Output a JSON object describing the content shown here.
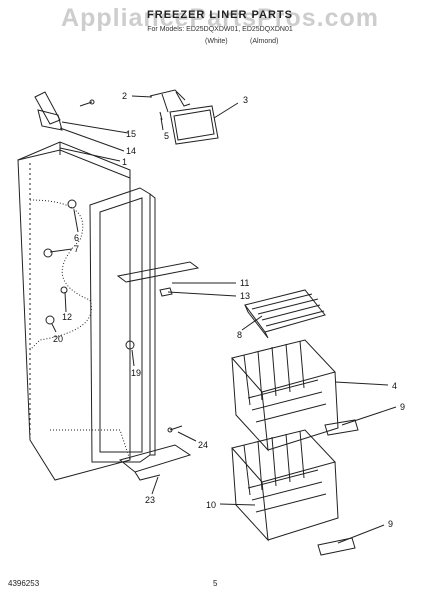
{
  "header": {
    "watermark": "AppliancePartsPros.com",
    "title": "FREEZER LINER PARTS",
    "subtitle": "For Models: ED25DQXDW01, ED25DQXDN01",
    "color_white": "(White)",
    "color_almond": "(Almond)"
  },
  "footer": {
    "doc_number": "4396253",
    "page_number": "5"
  },
  "callouts": [
    {
      "id": "c1",
      "label": "1"
    },
    {
      "id": "c2",
      "label": "2"
    },
    {
      "id": "c3",
      "label": "3"
    },
    {
      "id": "c4",
      "label": "4"
    },
    {
      "id": "c5",
      "label": "5"
    },
    {
      "id": "c6",
      "label": "6"
    },
    {
      "id": "c7",
      "label": "7"
    },
    {
      "id": "c8",
      "label": "8"
    },
    {
      "id": "c9a",
      "label": "9"
    },
    {
      "id": "c9b",
      "label": "9"
    },
    {
      "id": "c10",
      "label": "10"
    },
    {
      "id": "c11",
      "label": "11"
    },
    {
      "id": "c12",
      "label": "12"
    },
    {
      "id": "c13",
      "label": "13"
    },
    {
      "id": "c14",
      "label": "14"
    },
    {
      "id": "c15",
      "label": "15"
    },
    {
      "id": "c19",
      "label": "19"
    },
    {
      "id": "c20",
      "label": "20"
    },
    {
      "id": "c23",
      "label": "23"
    },
    {
      "id": "c24",
      "label": "24"
    }
  ],
  "colors": {
    "line": "#222222",
    "watermark": "#bdbdbd",
    "background": "#ffffff"
  }
}
